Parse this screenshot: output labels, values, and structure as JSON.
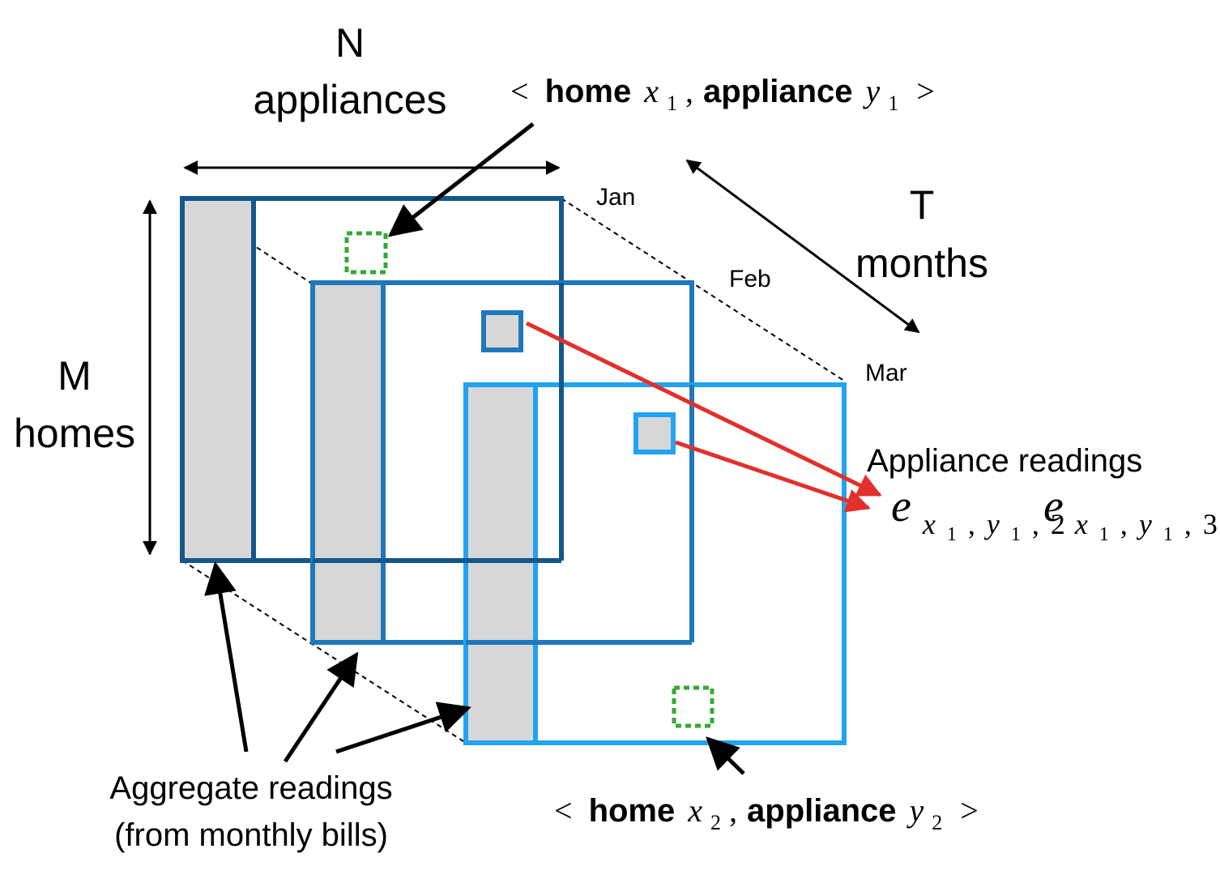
{
  "colors": {
    "jan_frame": "#14578a",
    "feb_frame": "#1f78bd",
    "mar_frame": "#22a3f2",
    "aggregate_fill": "#d7d7d7",
    "highlight_green": "#33aa33",
    "reading_arrow": "#e3302b",
    "ink": "#000000"
  },
  "axes": {
    "n_symbol": "N",
    "n_label": "appliances",
    "m_symbol": "M",
    "m_label": "homes",
    "t_symbol": "T",
    "t_label": "months"
  },
  "months": [
    "Jan",
    "Feb",
    "Mar"
  ],
  "pair_top": {
    "lt": "<",
    "home_word": "home",
    "home_var": "x",
    "home_sub": "1",
    "comma": ",",
    "appliance_word": "appliance",
    "appliance_var": "y",
    "appliance_sub": "1",
    "gt": ">"
  },
  "pair_bottom": {
    "lt": "<",
    "home_word": "home",
    "home_var": "x",
    "home_sub": "2",
    "comma": ",",
    "appliance_word": "appliance",
    "appliance_var": "y",
    "appliance_sub": "2",
    "gt": ">"
  },
  "appliance_readings": {
    "label": "Appliance readings",
    "reading_1": {
      "base": "e",
      "sub_x": "x",
      "sub_x_idx": "1",
      "comma1": ",",
      "sub_y": "y",
      "sub_y_idx": "1",
      "comma2": ",",
      "month": "2"
    },
    "reading_2": {
      "base": "e",
      "sub_x": "x",
      "sub_x_idx": "1",
      "comma1": ",",
      "sub_y": "y",
      "sub_y_idx": "1",
      "comma2": ",",
      "month": "3"
    }
  },
  "aggregate": {
    "line1": "Aggregate readings",
    "line2": "(from monthly bills)"
  }
}
